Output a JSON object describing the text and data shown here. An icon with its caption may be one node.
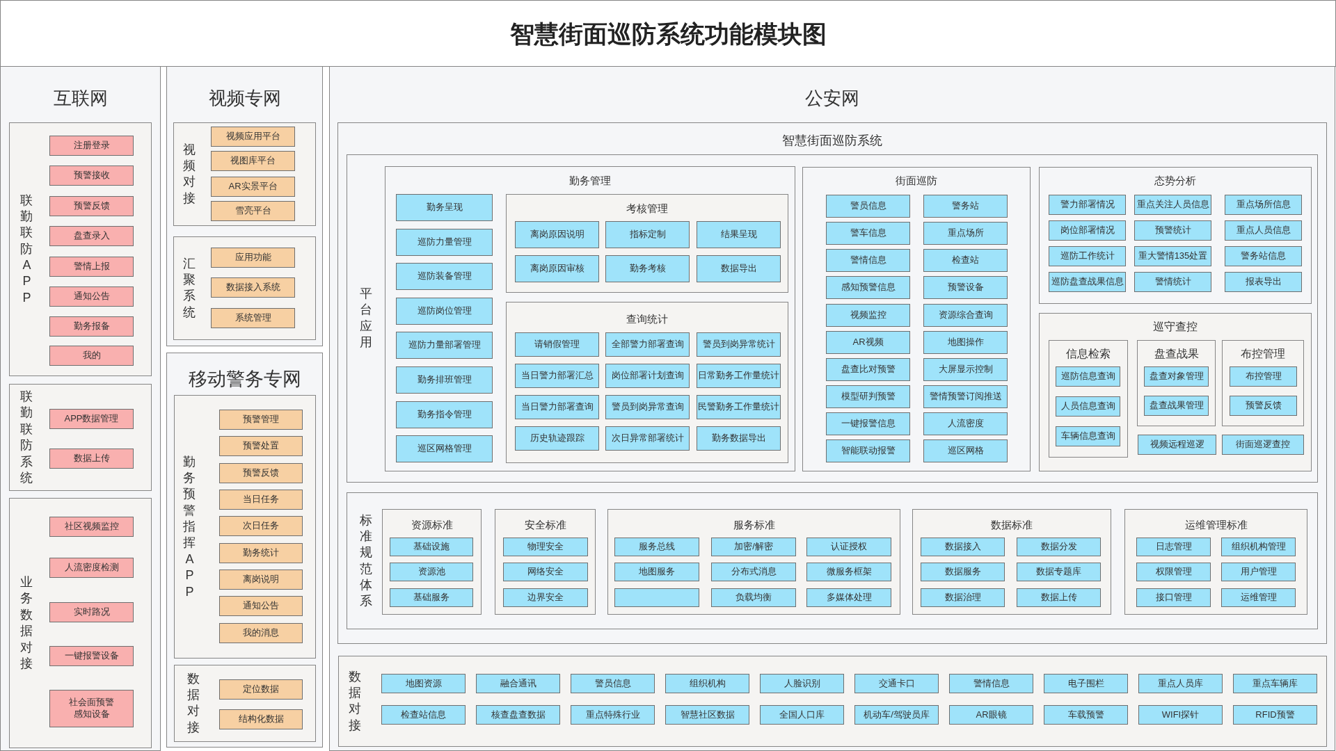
{
  "diagram": {
    "title": "智慧街面巡防系统功能模块图",
    "nodes": [
      {
        "text": [
          "互联网"
        ]
      },
      {
        "text": [
          "联勤联防APP"
        ],
        "in": 0
      },
      {
        "text": [
          "注册登录"
        ],
        "in": 1
      },
      {
        "text": [
          "预警接收"
        ],
        "in": 1
      },
      {
        "text": [
          "预警反馈"
        ],
        "in": 1
      },
      {
        "text": [
          "盘查录入"
        ],
        "in": 1
      },
      {
        "text": [
          "警情上报"
        ],
        "in": 1
      },
      {
        "text": [
          "通知公告"
        ],
        "in": 1
      },
      {
        "text": [
          "勤务报备"
        ],
        "in": 1
      },
      {
        "text": [
          "我的"
        ],
        "in": 1
      },
      {
        "text": [
          "联勤联防系统"
        ],
        "in": 0
      },
      {
        "text": [
          "APP数据管理"
        ],
        "in": 10
      },
      {
        "text": [
          "数据上传"
        ],
        "in": 10
      },
      {
        "text": [
          "业务数据对接"
        ],
        "in": 0
      },
      {
        "text": [
          "社区视频监控"
        ],
        "in": 13
      },
      {
        "text": [
          "人流密度检测"
        ],
        "in": 13
      },
      {
        "text": [
          "实时路况"
        ],
        "in": 13
      },
      {
        "text": [
          "一键报警设备"
        ],
        "in": 13
      },
      {
        "text": [
          "社会面预警感知设备"
        ],
        "in": 13
      },
      {
        "text": [
          "视频专网"
        ]
      },
      {
        "text": [
          "视频对接"
        ],
        "in": 19
      },
      {
        "text": [
          "视频应用平台"
        ],
        "in": 20
      },
      {
        "text": [
          "视图库平台"
        ],
        "in": 20
      },
      {
        "text": [
          "AR实景平台"
        ],
        "in": 20
      },
      {
        "text": [
          "雪亮平台"
        ],
        "in": 20
      },
      {
        "text": [
          "汇聚系统"
        ],
        "in": 19
      },
      {
        "text": [
          "应用功能"
        ],
        "in": 25
      },
      {
        "text": [
          "数据接入系统"
        ],
        "in": 25
      },
      {
        "text": [
          "系统管理"
        ],
        "in": 25
      },
      {
        "text": [
          "移动警务专网"
        ]
      },
      {
        "text": [
          "勤务预警指挥APP"
        ],
        "in": 29
      },
      {
        "text": [
          "预警管理"
        ],
        "in": 30
      },
      {
        "text": [
          "预警处置"
        ],
        "in": 30
      },
      {
        "text": [
          "预警反馈"
        ],
        "in": 30
      },
      {
        "text": [
          "当日任务"
        ],
        "in": 30
      },
      {
        "text": [
          "次日任务"
        ],
        "in": 30
      },
      {
        "text": [
          "勤务统计"
        ],
        "in": 30
      },
      {
        "text": [
          "离岗说明"
        ],
        "in": 30
      },
      {
        "text": [
          "通知公告"
        ],
        "in": 30
      },
      {
        "text": [
          "我的消息"
        ],
        "in": 30
      },
      {
        "text": [
          "数据对接"
        ],
        "in": 29
      },
      {
        "text": [
          "定位数据"
        ],
        "in": 40
      },
      {
        "text": [
          "结构化数据"
        ],
        "in": 40
      },
      {
        "text": [
          "公安网"
        ]
      },
      {
        "text": [
          "智慧街面巡防系统"
        ],
        "in": 43
      },
      {
        "text": [
          "平台应用"
        ],
        "in": 44
      },
      {
        "text": [
          "勤务管理"
        ],
        "in": 45
      },
      {
        "text": [
          "勤务呈现"
        ],
        "in": 46
      },
      {
        "text": [
          "巡防力量管理"
        ],
        "in": 46
      },
      {
        "text": [
          "巡防装备管理"
        ],
        "in": 46
      },
      {
        "text": [
          "巡防岗位管理"
        ],
        "in": 46
      },
      {
        "text": [
          "巡防力量部署管理"
        ],
        "in": 46
      },
      {
        "text": [
          "勤务排班管理"
        ],
        "in": 46
      },
      {
        "text": [
          "勤务指令管理"
        ],
        "in": 46
      },
      {
        "text": [
          "巡区网格管理"
        ],
        "in": 46
      },
      {
        "text": [
          "考核管理"
        ],
        "in": 46
      },
      {
        "text": [
          "离岗原因说明"
        ],
        "in": 55
      },
      {
        "text": [
          "指标定制"
        ],
        "in": 55
      },
      {
        "text": [
          "结果呈现"
        ],
        "in": 55
      },
      {
        "text": [
          "离岗原因审核"
        ],
        "in": 55
      },
      {
        "text": [
          "勤务考核"
        ],
        "in": 55
      },
      {
        "text": [
          "数据导出"
        ],
        "in": 55
      },
      {
        "text": [
          "查询统计"
        ],
        "in": 46
      },
      {
        "text": [
          "请销假管理"
        ],
        "in": 62
      },
      {
        "text": [
          "全部警力部署查询"
        ],
        "in": 62
      },
      {
        "text": [
          "警员到岗异常统计"
        ],
        "in": 62
      },
      {
        "text": [
          "当日警力部署汇总"
        ],
        "in": 62
      },
      {
        "text": [
          "岗位部署计划查询"
        ],
        "in": 62
      },
      {
        "text": [
          "日常勤务工作量统计"
        ],
        "in": 62
      },
      {
        "text": [
          "当日警力部署查询"
        ],
        "in": 62
      },
      {
        "text": [
          "警员到岗异常查询"
        ],
        "in": 62
      },
      {
        "text": [
          "民警勤务工作量统计"
        ],
        "in": 62
      },
      {
        "text": [
          "历史轨迹跟踪"
        ],
        "in": 62
      },
      {
        "text": [
          "次日异常部署统计"
        ],
        "in": 62
      },
      {
        "text": [
          "勤务数据导出"
        ],
        "in": 62
      },
      {
        "text": [
          "街面巡防"
        ],
        "in": 45
      },
      {
        "text": [
          "警员信息"
        ],
        "in": 75
      },
      {
        "text": [
          "警务站"
        ],
        "in": 75
      },
      {
        "text": [
          "警车信息"
        ],
        "in": 75
      },
      {
        "text": [
          "重点场所"
        ],
        "in": 75
      },
      {
        "text": [
          "警情信息"
        ],
        "in": 75
      },
      {
        "text": [
          "检查站"
        ],
        "in": 75
      },
      {
        "text": [
          "感知预警信息"
        ],
        "in": 75
      },
      {
        "text": [
          "预警设备"
        ],
        "in": 75
      },
      {
        "text": [
          "视频监控"
        ],
        "in": 75
      },
      {
        "text": [
          "资源综合查询"
        ],
        "in": 75
      },
      {
        "text": [
          "AR视频"
        ],
        "in": 75
      },
      {
        "text": [
          "地图操作"
        ],
        "in": 75
      },
      {
        "text": [
          "盘查比对预警"
        ],
        "in": 75
      },
      {
        "text": [
          "大屏显示控制"
        ],
        "in": 75
      },
      {
        "text": [
          "模型研判预警"
        ],
        "in": 75
      },
      {
        "text": [
          "警情预警订阅推送"
        ],
        "in": 75
      },
      {
        "text": [
          "一键报警信息"
        ],
        "in": 75
      },
      {
        "text": [
          "人流密度"
        ],
        "in": 75
      },
      {
        "text": [
          "智能联动报警"
        ],
        "in": 75
      },
      {
        "text": [
          "巡区网格"
        ],
        "in": 75
      },
      {
        "text": [
          "态势分析"
        ],
        "in": 45
      },
      {
        "text": [
          "警力部署情况"
        ],
        "in": 96
      },
      {
        "text": [
          "重点关注人员信息"
        ],
        "in": 96
      },
      {
        "text": [
          "重点场所信息"
        ],
        "in": 96
      },
      {
        "text": [
          "岗位部署情况"
        ],
        "in": 96
      },
      {
        "text": [
          "预警统计"
        ],
        "in": 96
      },
      {
        "text": [
          "重点人员信息"
        ],
        "in": 96
      },
      {
        "text": [
          "巡防工作统计"
        ],
        "in": 96
      },
      {
        "text": [
          "重大警情135处置"
        ],
        "in": 96
      },
      {
        "text": [
          "警务站信息"
        ],
        "in": 96
      },
      {
        "text": [
          "巡防盘查战果信息"
        ],
        "in": 96
      },
      {
        "text": [
          "警情统计"
        ],
        "in": 96
      },
      {
        "text": [
          "报表导出"
        ],
        "in": 96
      },
      {
        "text": [
          "巡守查控"
        ],
        "in": 45
      },
      {
        "text": [
          "信息检索"
        ],
        "in": 109
      },
      {
        "text": [
          "巡防信息查询"
        ],
        "in": 110
      },
      {
        "text": [
          "人员信息查询"
        ],
        "in": 110
      },
      {
        "text": [
          "车辆信息查询"
        ],
        "in": 110
      },
      {
        "text": [
          "盘查战果"
        ],
        "in": 109
      },
      {
        "text": [
          "盘查对象管理"
        ],
        "in": 114
      },
      {
        "text": [
          "盘查战果管理"
        ],
        "in": 114
      },
      {
        "text": [
          "布控管理"
        ],
        "in": 109
      },
      {
        "text": [
          "布控管理"
        ],
        "in": 117
      },
      {
        "text": [
          "预警反馈"
        ],
        "in": 117
      },
      {
        "text": [
          "视频远程巡逻"
        ],
        "in": 109
      },
      {
        "text": [
          "街面巡逻查控"
        ],
        "in": 109
      },
      {
        "text": [
          "标准规范体系"
        ],
        "in": 44
      },
      {
        "text": [
          "资源标准"
        ],
        "in": 122
      },
      {
        "text": [
          "基础设施"
        ],
        "in": 123
      },
      {
        "text": [
          "资源池"
        ],
        "in": 123
      },
      {
        "text": [
          "基础服务"
        ],
        "in": 123
      },
      {
        "text": [
          "安全标准"
        ],
        "in": 122
      },
      {
        "text": [
          "物理安全"
        ],
        "in": 127
      },
      {
        "text": [
          "网络安全"
        ],
        "in": 127
      },
      {
        "text": [
          "边界安全"
        ],
        "in": 127
      },
      {
        "text": [
          "服务标准"
        ],
        "in": 122
      },
      {
        "text": [
          "服务总线"
        ],
        "in": 131
      },
      {
        "text": [
          "加密/解密"
        ],
        "in": 131
      },
      {
        "text": [
          "认证授权"
        ],
        "in": 131
      },
      {
        "text": [
          "地图服务"
        ],
        "in": 131
      },
      {
        "text": [
          "分布式消息"
        ],
        "in": 131
      },
      {
        "text": [
          "微服务框架"
        ],
        "in": 131
      },
      {
        "text": [],
        "shape": "box",
        "in": 131
      },
      {
        "text": [
          "负载均衡"
        ],
        "in": 131
      },
      {
        "text": [
          "多媒体处理"
        ],
        "in": 131
      },
      {
        "text": [
          "数据标准"
        ],
        "in": 122
      },
      {
        "text": [
          "数据接入"
        ],
        "in": 141
      },
      {
        "text": [
          "数据分发"
        ],
        "in": 141
      },
      {
        "text": [
          "数据服务"
        ],
        "in": 141
      },
      {
        "text": [
          "数据专题库"
        ],
        "in": 141
      },
      {
        "text": [
          "数据治理"
        ],
        "in": 141
      },
      {
        "text": [
          "数据上传"
        ],
        "in": 141
      },
      {
        "text": [
          "运维管理标准"
        ],
        "in": 122
      },
      {
        "text": [
          "日志管理"
        ],
        "in": 148
      },
      {
        "text": [
          "组织机构管理"
        ],
        "in": 148
      },
      {
        "text": [
          "权限管理"
        ],
        "in": 148
      },
      {
        "text": [
          "用户管理"
        ],
        "in": 148
      },
      {
        "text": [
          "接口管理"
        ],
        "in": 148
      },
      {
        "text": [
          "运维管理"
        ],
        "in": 148
      },
      {
        "text": [
          "数据对接"
        ],
        "in": 43
      },
      {
        "text": [
          "地图资源"
        ],
        "in": 155
      },
      {
        "text": [
          "融合通讯"
        ],
        "in": 155
      },
      {
        "text": [
          "警员信息"
        ],
        "in": 155
      },
      {
        "text": [
          "组织机构"
        ],
        "in": 155
      },
      {
        "text": [
          "人脸识别"
        ],
        "in": 155
      },
      {
        "text": [
          "交通卡口"
        ],
        "in": 155
      },
      {
        "text": [
          "警情信息"
        ],
        "in": 155
      },
      {
        "text": [
          "电子围栏"
        ],
        "in": 155
      },
      {
        "text": [
          "重点人员库"
        ],
        "in": 155
      },
      {
        "text": [
          "重点车辆库"
        ],
        "in": 155
      },
      {
        "text": [
          "检查站信息"
        ],
        "in": 155
      },
      {
        "text": [
          "核查盘查数据"
        ],
        "in": 155
      },
      {
        "text": [
          "重点特殊行业"
        ],
        "in": 155
      },
      {
        "text": [
          "智慧社区数据"
        ],
        "in": 155
      },
      {
        "text": [
          "全国人口库"
        ],
        "in": 155
      },
      {
        "text": [
          "机动车/驾驶员库"
        ],
        "in": 155
      },
      {
        "text": [
          "AR眼镜"
        ],
        "in": 155
      },
      {
        "text": [
          "车载预警"
        ],
        "in": 155
      },
      {
        "text": [
          "WIFI探针"
        ],
        "in": 155
      },
      {
        "text": [
          "RFID预警"
        ],
        "in": 155
      }
    ]
  }
}
